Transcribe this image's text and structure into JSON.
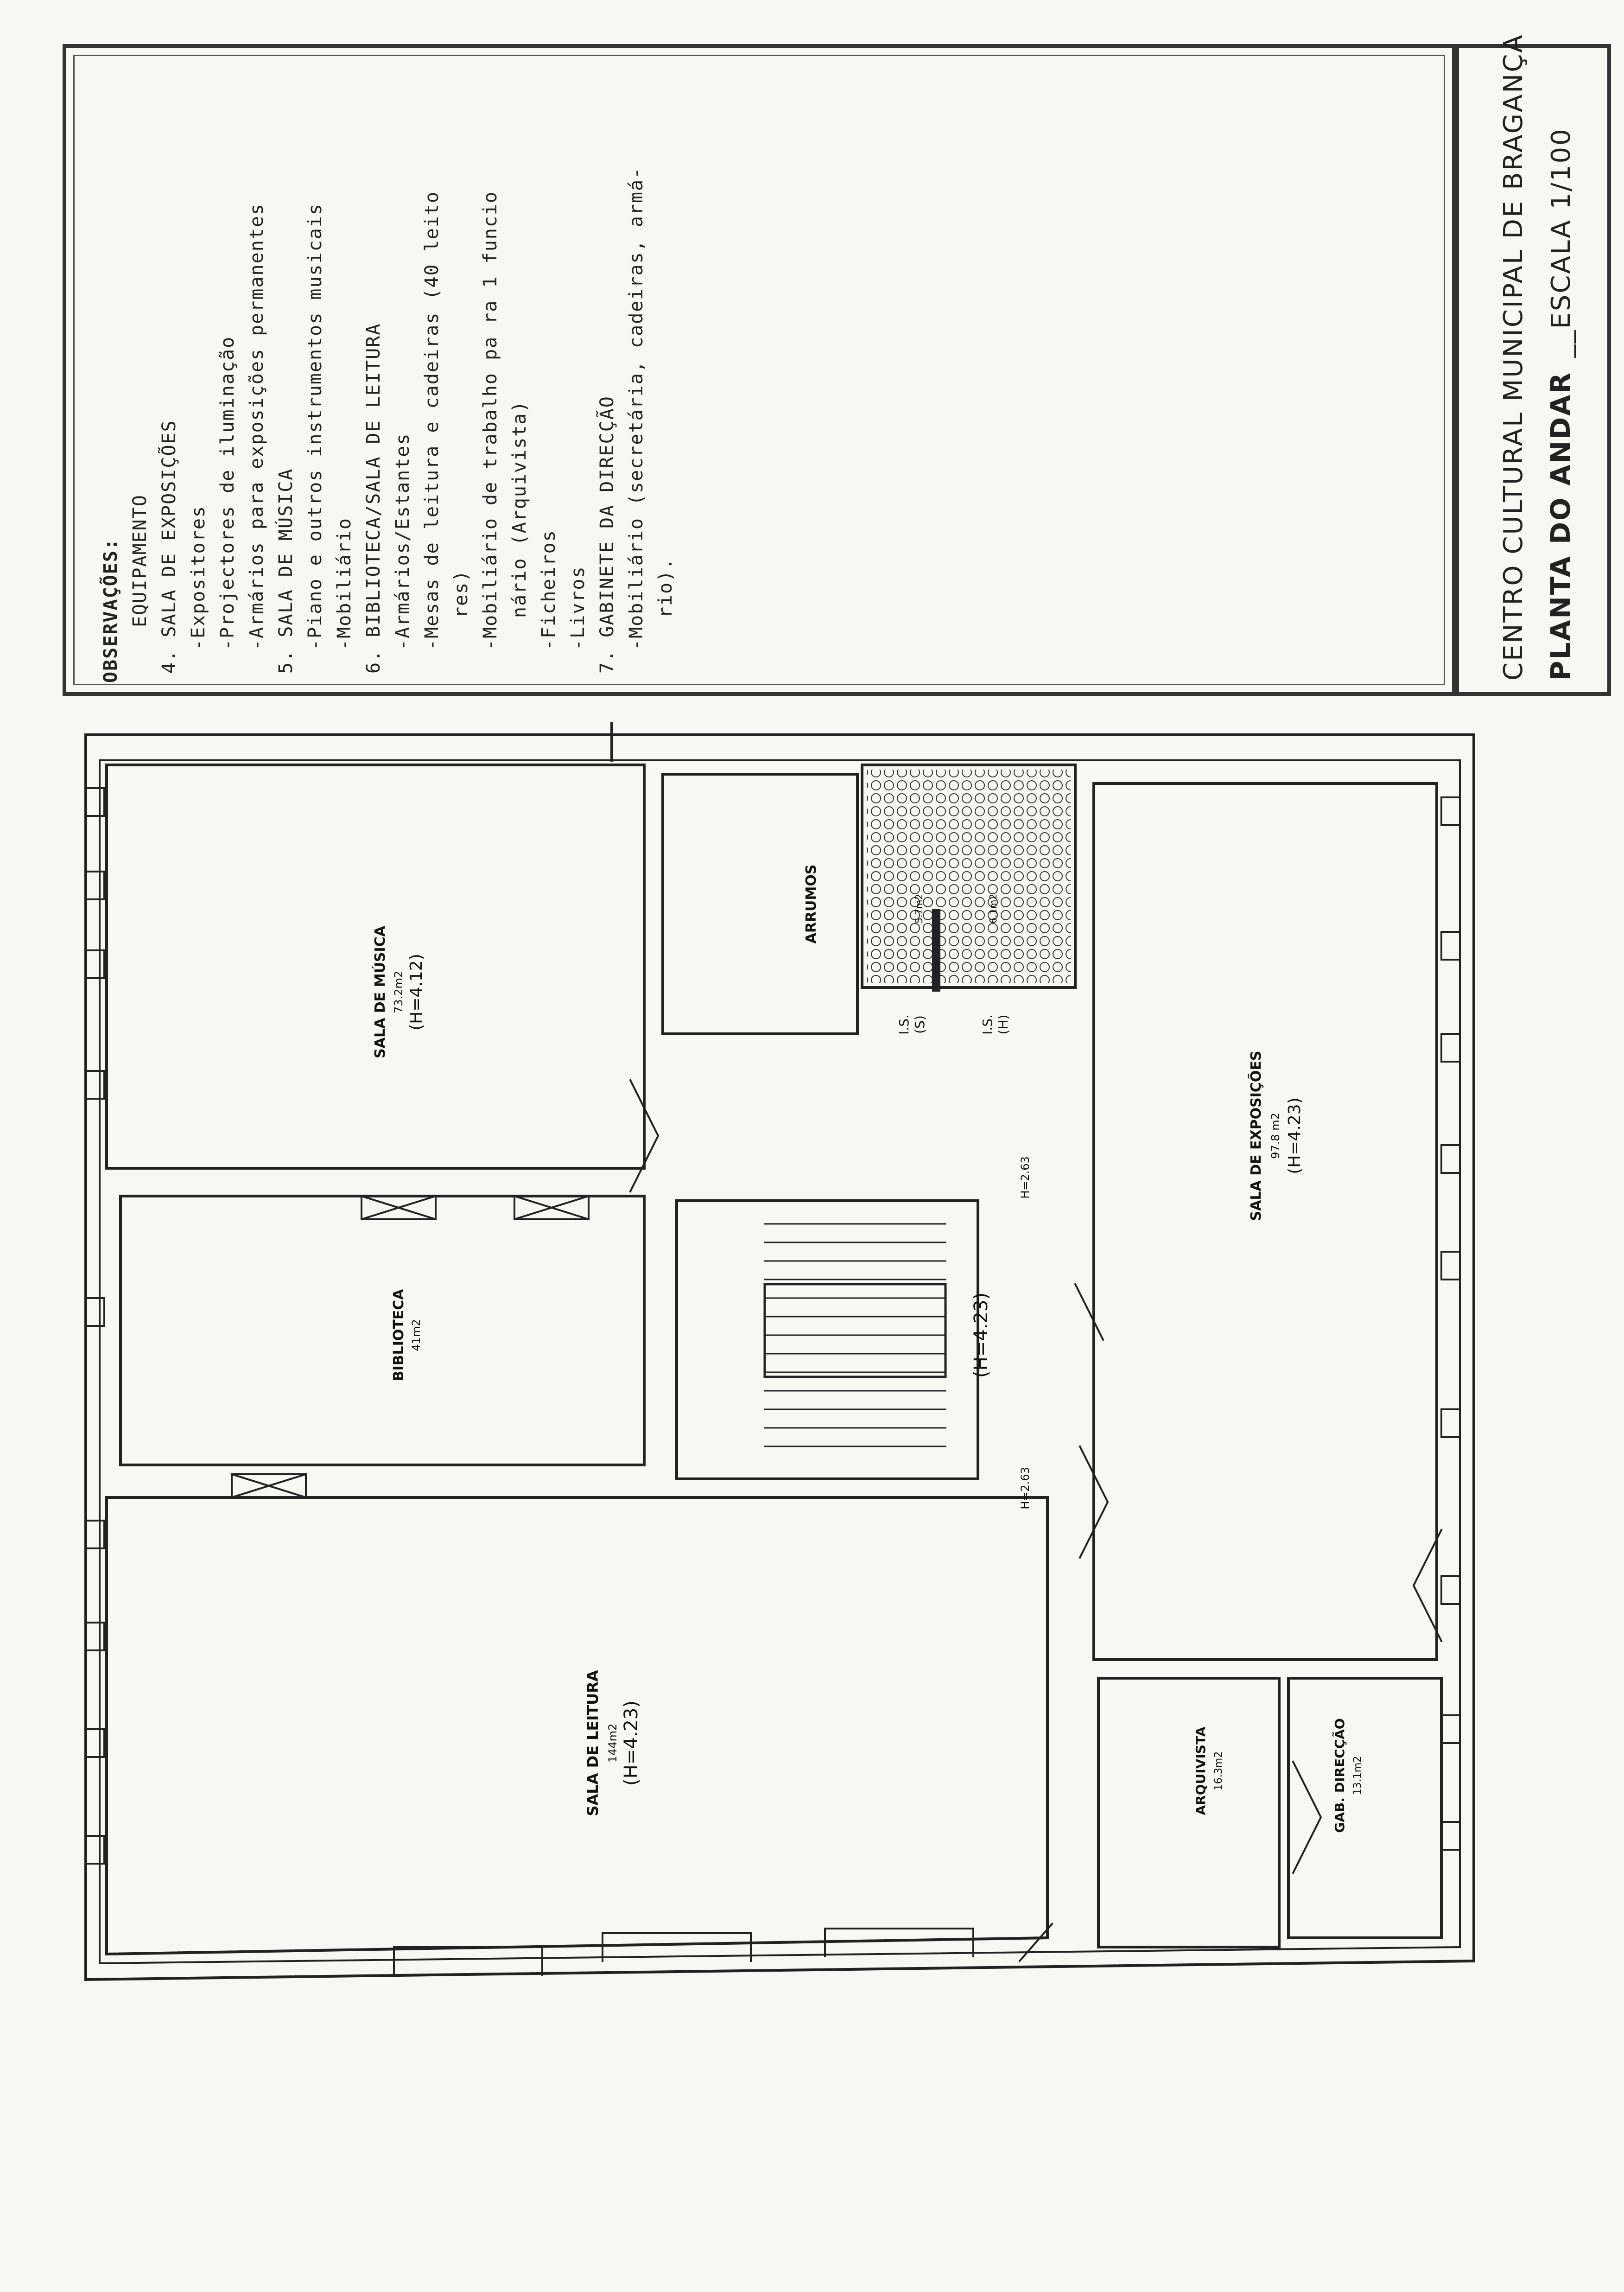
{
  "notes": {
    "heading": "OBSERVAÇÕES:",
    "lines": [
      "EQUIPAMENTO",
      "4. SALA DE EXPOSIÇÕES",
      "-Expositores",
      "-Projectores de iluminação",
      "-Armários para exposições permanentes",
      "5. SALA DE MÚSICA",
      "-Piano e outros instrumentos musicais",
      "-Mobiliário",
      "6. BIBLIOTECA/SALA DE LEITURA",
      "-Armários/Estantes",
      "-Mesas de leitura e cadeiras (40 leito",
      "res)",
      "-Mobiliário de trabalho pa ra 1 funcio",
      "nário (Arquivista)",
      "-Ficheiros",
      "-Livros",
      "7. GABINETE DA DIRECÇÃO",
      "-Mobiliário (secretária, cadeiras, armá-",
      "rio)."
    ]
  },
  "title_block": {
    "line1": "CENTRO CULTURAL MUNICIPAL DE BRAGANÇA",
    "line2": "PLANTA DO ANDAR",
    "scale": "__ESCALA 1/100"
  },
  "rooms": {
    "musica": {
      "name": "SALA DE MÚSICA",
      "area": "73.2m2",
      "height": "(H=4.12)"
    },
    "biblioteca": {
      "name": "BIBLIOTECA",
      "area": "41m2"
    },
    "leitura": {
      "name": "SALA DE LEITURA",
      "area": "144m2",
      "height": "(H=4.23)"
    },
    "arrumos": {
      "name": "ARRUMOS"
    },
    "is_s": {
      "name": "I.S.",
      "code": "(S)"
    },
    "is_h": {
      "name": "I.S.",
      "code": "(H)"
    },
    "exposicoes": {
      "name": "SALA DE EXPOSIÇÕES",
      "area": "97.8 m2",
      "height": "(H=4.23)"
    },
    "escada": {
      "height": "(H=4.23)"
    },
    "arquivista": {
      "name": "ARQUIVISTA",
      "area": "16.3m2"
    },
    "gab": {
      "name": "GAB. DIRECÇÃO",
      "area": "13.1m2"
    },
    "door_h1": "H=2.63",
    "door_h2": "H=2.63",
    "wc_area1": "5.7m2",
    "wc_area2": "6.1m2"
  },
  "colors": {
    "line": "#222222",
    "paper": "#f7f7f4"
  }
}
